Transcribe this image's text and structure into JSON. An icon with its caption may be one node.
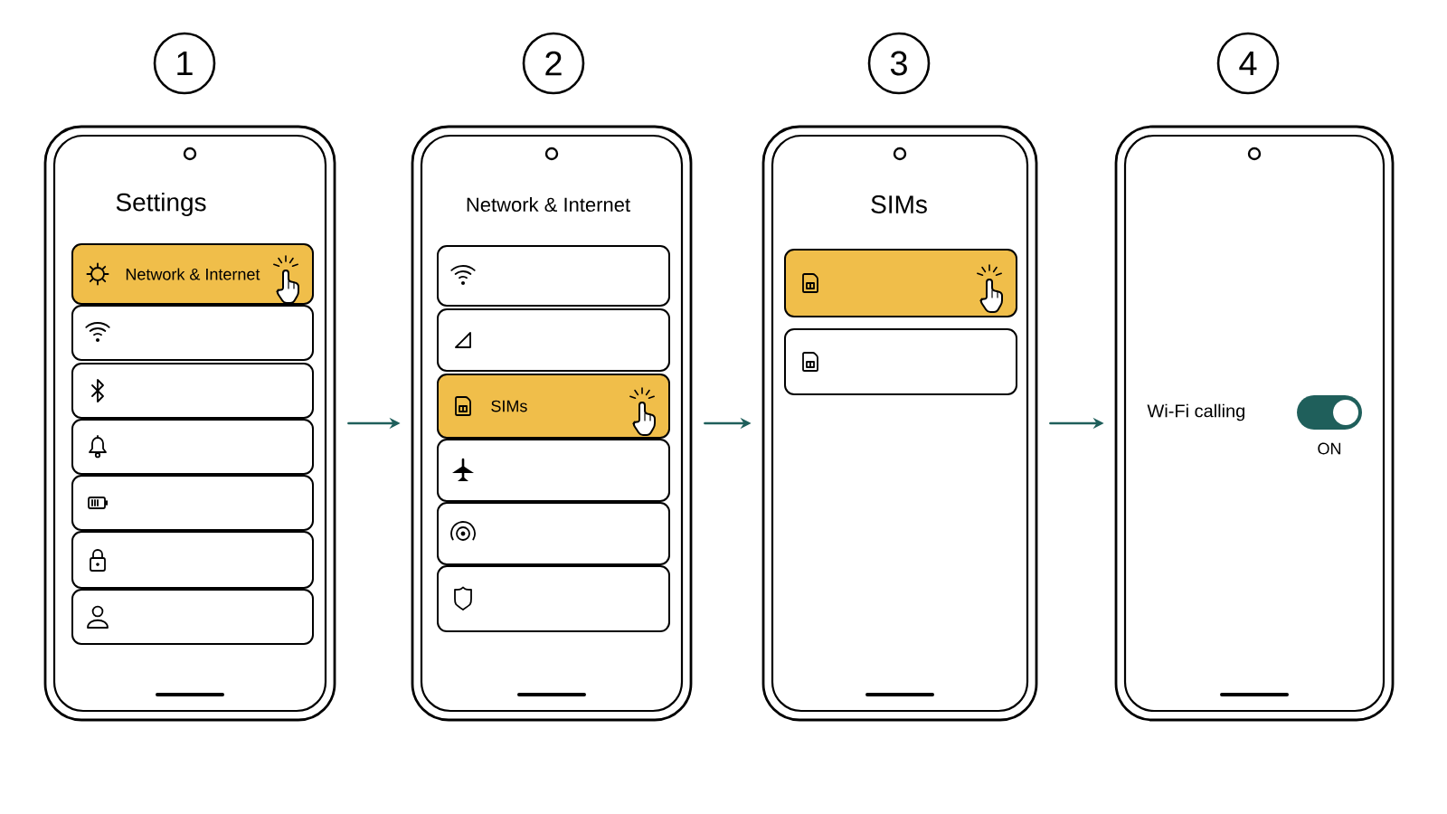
{
  "diagram": {
    "nodes": [
      {
        "text": [
          "1"
        ]
      },
      {
        "text": [
          "Settings"
        ]
      },
      {
        "text": [
          "Network & Internet"
        ],
        "in": 1
      },
      {
        "text": [],
        "shape": "box",
        "in": 1
      },
      {
        "text": [],
        "shape": "box",
        "in": 1
      },
      {
        "text": [],
        "shape": "box",
        "in": 1
      },
      {
        "text": [],
        "shape": "box",
        "in": 1
      },
      {
        "text": [],
        "shape": "box",
        "in": 1
      },
      {
        "text": [],
        "shape": "box",
        "in": 1
      },
      {
        "text": [
          "2"
        ]
      },
      {
        "text": [
          "Network & Internet"
        ]
      },
      {
        "text": [],
        "shape": "box",
        "in": 10
      },
      {
        "text": [],
        "shape": "box",
        "in": 10
      },
      {
        "text": [
          "SIMs"
        ],
        "in": 10
      },
      {
        "text": [],
        "shape": "box",
        "in": 10
      },
      {
        "text": [],
        "shape": "box",
        "in": 10
      },
      {
        "text": [],
        "shape": "box",
        "in": 10
      },
      {
        "text": [
          "3"
        ]
      },
      {
        "text": [
          "SIMs"
        ]
      },
      {
        "text": [],
        "shape": "box",
        "in": 18
      },
      {
        "text": [],
        "shape": "box",
        "in": 18
      },
      {
        "text": [
          "4"
        ]
      },
      {
        "text": [],
        "shape": "phone"
      }
    ],
    "edges": [
      {
        "from": 1,
        "to": 10,
        "arrow": "to"
      },
      {
        "from": 10,
        "to": 18,
        "arrow": "to"
      },
      {
        "from": 18,
        "to": 22,
        "arrow": "to"
      }
    ],
    "labels": [
      "Wi-Fi calling",
      "ON"
    ]
  }
}
